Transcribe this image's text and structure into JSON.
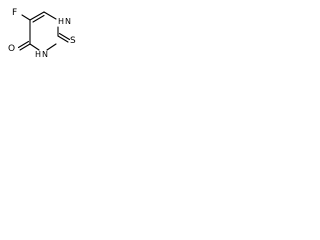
{
  "molecule": {
    "atoms": {
      "fluorine": "F",
      "oxygen": "O",
      "sulfur": "S",
      "n1_h": "H",
      "n1": "N",
      "n3_h": "H",
      "n3": "N"
    }
  },
  "colors": {
    "bond": "#000000",
    "text": "#000000",
    "background": "#ffffff"
  }
}
